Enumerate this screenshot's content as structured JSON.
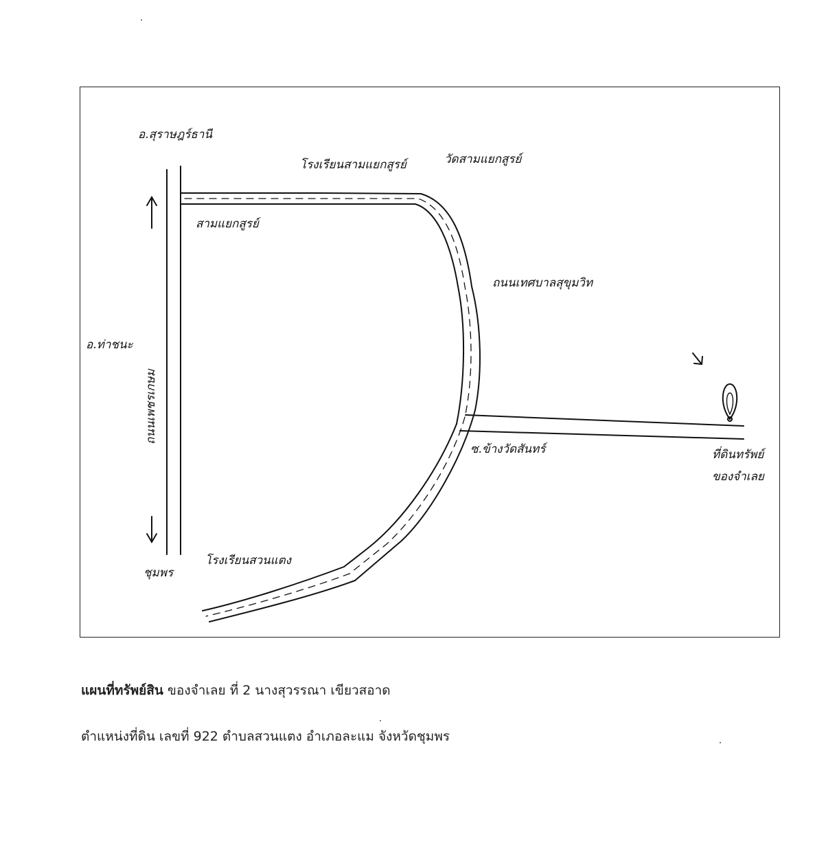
{
  "map": {
    "labels": {
      "surat_thani": "อ.สุราษฎร์ธานี",
      "school_top": "โรงเรียนสามแยกสูรย์",
      "temple_top": "วัดสามแยกสูรย์",
      "junction": "สามแยกสูรย์",
      "road_right": "ถนนเทศบาลสุขุมวิท",
      "highway": "ถนนเพชรเกษม",
      "tha_chana": "อ.ท่าชนะ",
      "chumphon": "ชุมพร",
      "school_bottom": "โรงเรียนสวนแตง",
      "plot_marker": "ที่ดินทรัพย์",
      "plot_owner": "ของจำเลย",
      "soi": "ซ.ข้างวัดสันทร์"
    }
  },
  "caption": {
    "line1_bold": "แผนที่ทรัพย์สิน",
    "line1_rest": " ของจำเลย ที่ 2  นางสุวรรณา เขียวสอาด",
    "line2": "ตำแหน่งที่ดิน เลขที่ 922 ตำบลสวนแตง อำเภอละแม จังหวัดชุมพร"
  }
}
